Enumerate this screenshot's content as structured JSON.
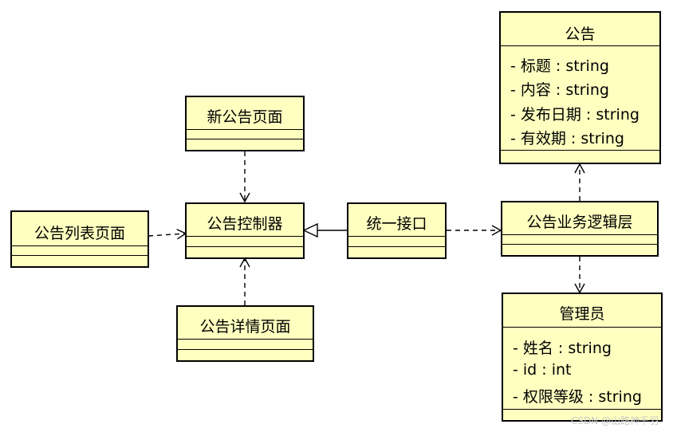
{
  "classes": {
    "gonggao": {
      "name": "公告",
      "attrs": [
        "- 标题 : string",
        "- 内容 : string",
        "- 发布日期 : string",
        "- 有效期 : string"
      ]
    },
    "new_page": {
      "name": "新公告页面"
    },
    "list_page": {
      "name": "公告列表页面"
    },
    "controller": {
      "name": "公告控制器"
    },
    "detail_page": {
      "name": "公告详情页面"
    },
    "interface": {
      "name": "统一接口"
    },
    "logic": {
      "name": "公告业务逻辑层"
    },
    "admin": {
      "name": "管理员",
      "attrs": [
        "- 姓名 : string",
        "- id : int",
        "- 权限等级 : string"
      ]
    }
  },
  "watermark": "CSDN @山路神千羽"
}
